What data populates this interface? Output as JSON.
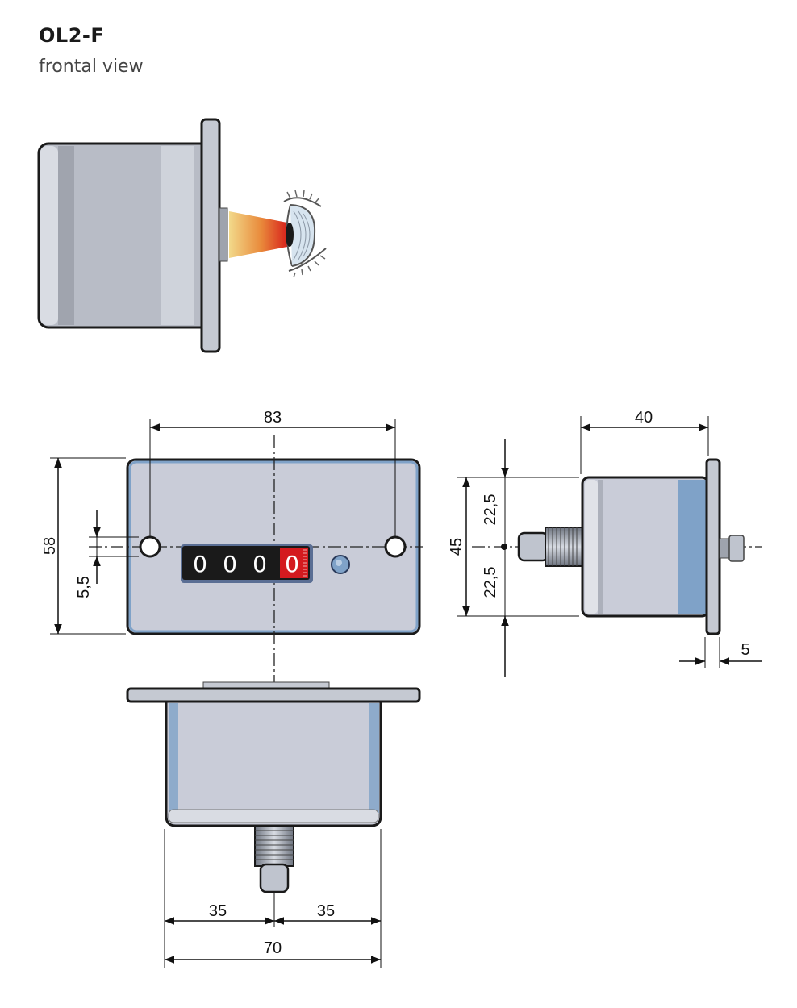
{
  "header": {
    "title": "OL2-F",
    "subtitle": "frontal view"
  },
  "counter": {
    "digits": [
      "0",
      "0",
      "0",
      "0"
    ]
  },
  "dimensions": {
    "width_83": "83",
    "height_58": "58",
    "hole_5_5": "5,5",
    "depth_40": "40",
    "height_45": "45",
    "half_upper_22_5": "22,5",
    "half_lower_22_5": "22,5",
    "flange_5": "5",
    "half_left_35": "35",
    "half_right_35": "35",
    "width_70": "70"
  },
  "colors": {
    "body": "#c9ccd6",
    "outline": "#1a1a1a",
    "reset_digit": "#d41a1f",
    "blue_band": "#7fa2c8"
  }
}
